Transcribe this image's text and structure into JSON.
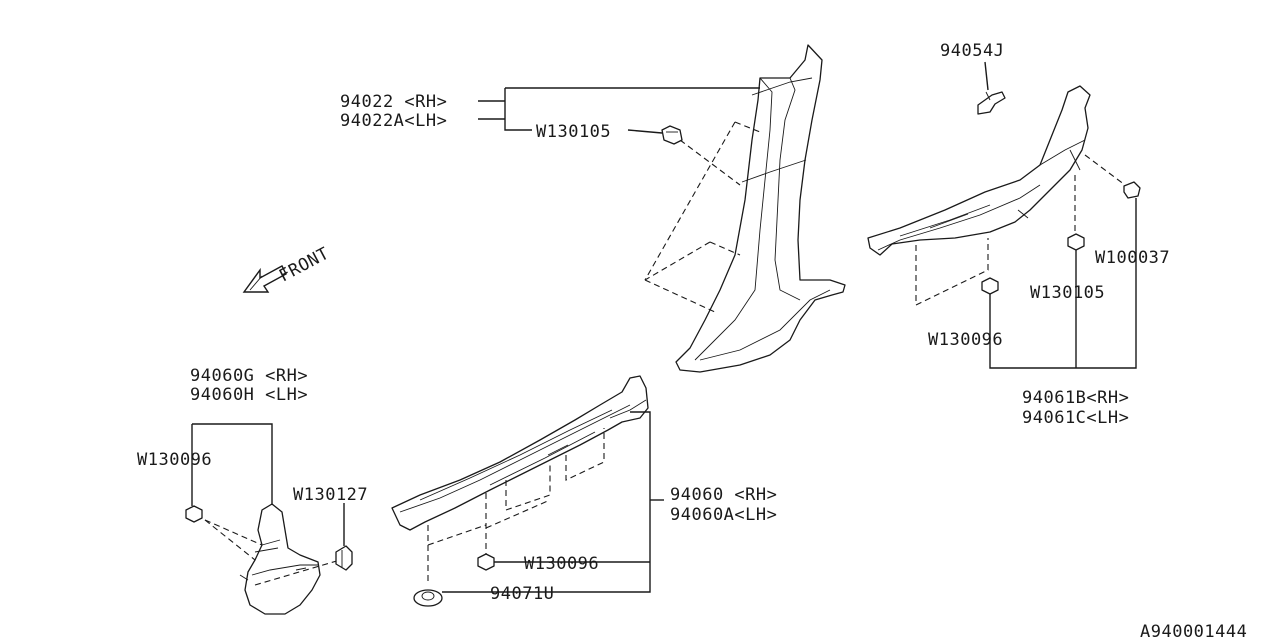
{
  "labels": {
    "pillar_rh": "94022 <RH>",
    "pillar_lh": "94022A<LH>",
    "clip_w130105_top": "W130105",
    "clip_94054j": "94054J",
    "clip_w100037": "W100037",
    "clip_w130105_right": "W130105",
    "clip_w130096_right": "W130096",
    "rear_sill_rh": "94061B<RH>",
    "rear_sill_lh": "94061C<LH>",
    "front_arrow": "FRONT",
    "kick_rh": "94060G <RH>",
    "kick_lh": "94060H <LH>",
    "clip_w130096_left": "W130096",
    "clip_w130127": "W130127",
    "front_sill_rh": "94060  <RH>",
    "front_sill_lh": "94060A<LH>",
    "clip_w130096_bottom": "W130096",
    "clip_94071u": "94071U",
    "diagram_id": "A940001444"
  }
}
